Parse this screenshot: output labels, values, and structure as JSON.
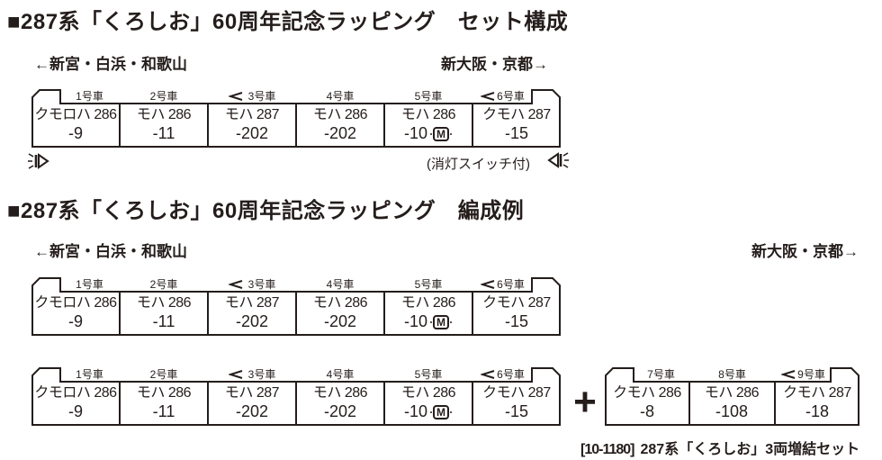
{
  "ink": "#241d1b",
  "sections": {
    "set": {
      "title": "■287系「くろしお」60周年記念ラッピング　セット構成",
      "dir_left": "←新宮・白浜・和歌山",
      "dir_right": "新大阪・京都→",
      "light_note": "(消灯スイッチ付)"
    },
    "example": {
      "title": "■287系「くろしお」60周年記念ラッピング　編成例",
      "dir_left": "←新宮・白浜・和歌山",
      "dir_right": "新大阪・京都→",
      "plus_sign": "+"
    }
  },
  "main_set": {
    "cars": [
      {
        "label": "1号車",
        "line1": "クモロハ 286",
        "line2": "-9"
      },
      {
        "label": "2号車",
        "line1": "モハ 286",
        "line2": "-11"
      },
      {
        "label": "3号車",
        "line1": "モハ 287",
        "line2": "-202",
        "panto": true
      },
      {
        "label": "4号車",
        "line1": "モハ 286",
        "line2": "-202"
      },
      {
        "label": "5号車",
        "line1": "モハ 286",
        "line2": "-10",
        "motor": "M"
      },
      {
        "label": "6号車",
        "line1": "クモハ 287",
        "line2": "-15",
        "panto": true
      }
    ]
  },
  "addon_set": {
    "cars": [
      {
        "label": "7号車",
        "line1": "クモハ 286",
        "line2": "-8"
      },
      {
        "label": "8号車",
        "line1": "モハ 286",
        "line2": "-108"
      },
      {
        "label": "9号車",
        "line1": "クモハ 287",
        "line2": "-18",
        "panto": true
      }
    ],
    "caption_code": "[10-1180]",
    "caption_text": "287系「くろしお」3両増結セット"
  }
}
